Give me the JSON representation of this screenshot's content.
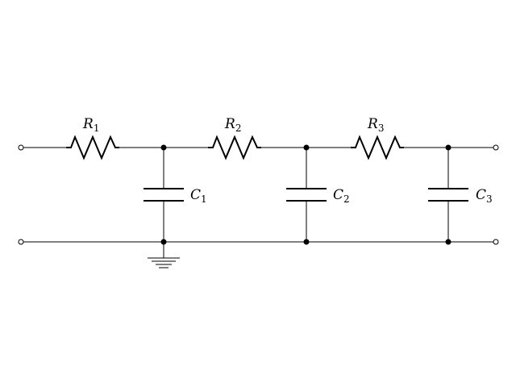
{
  "diagram": {
    "resistors": [
      {
        "name": "R",
        "index": "1"
      },
      {
        "name": "R",
        "index": "2"
      },
      {
        "name": "R",
        "index": "3"
      }
    ],
    "capacitors": [
      {
        "name": "C",
        "index": "1"
      },
      {
        "name": "C",
        "index": "2"
      },
      {
        "name": "C",
        "index": "3"
      }
    ],
    "ground_symbol": "ground-icon"
  }
}
